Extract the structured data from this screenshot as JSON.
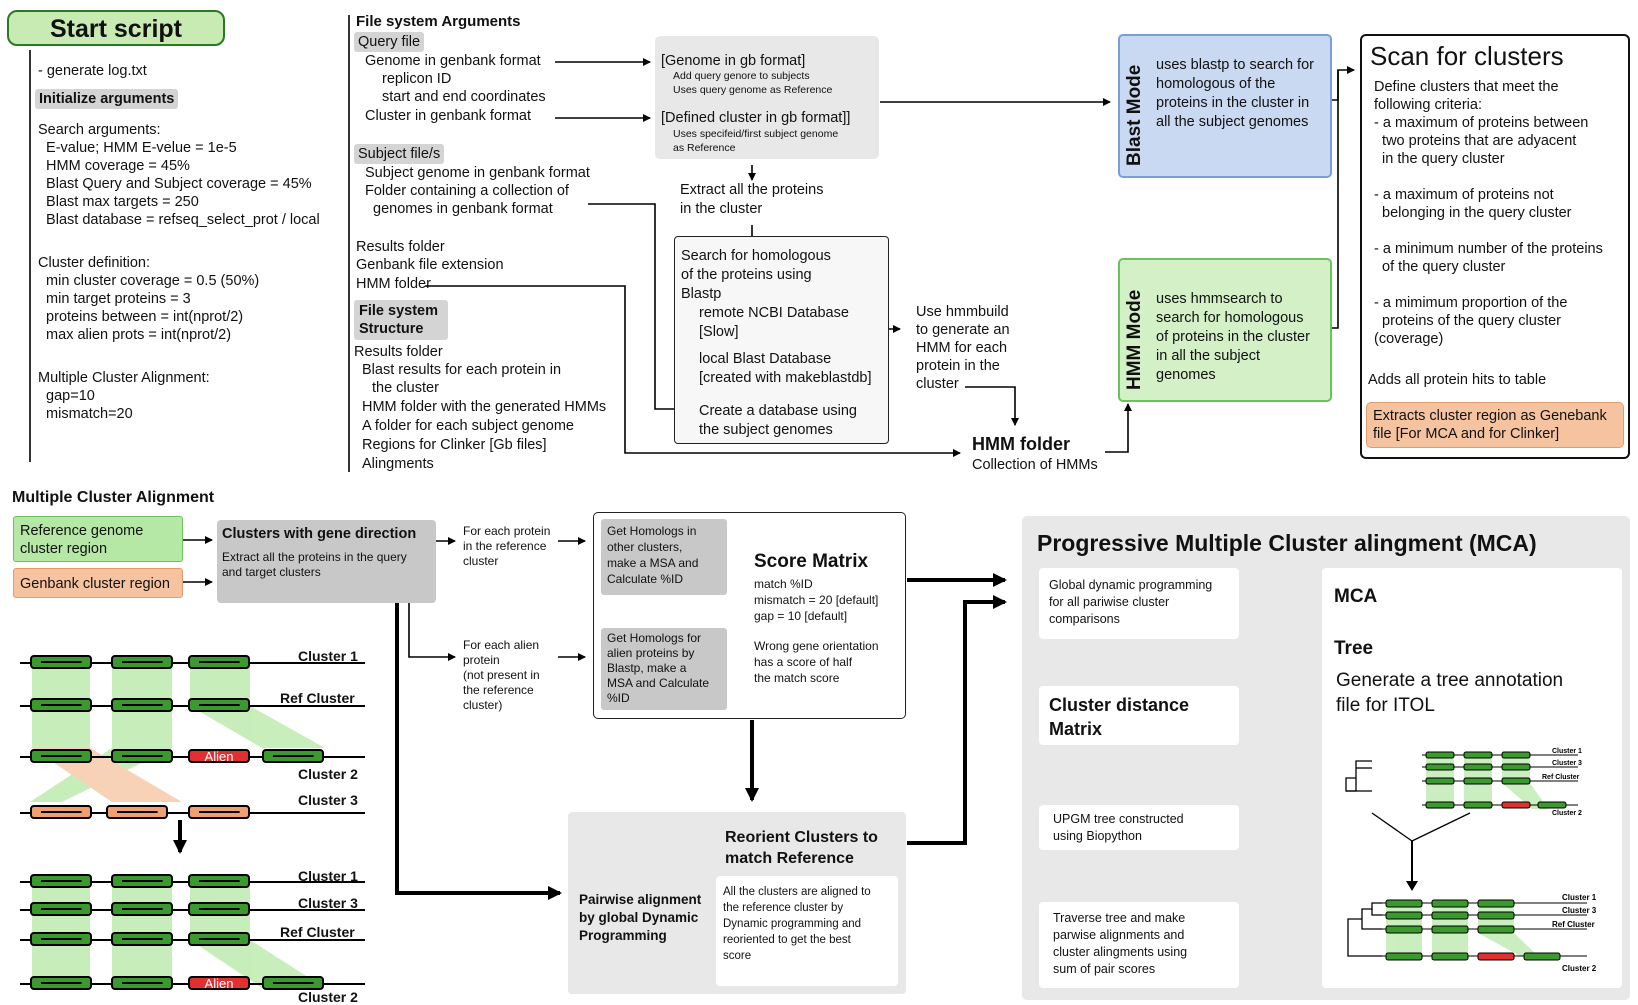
{
  "start": {
    "title": "Start script",
    "log": "- generate log.txt",
    "init_label": "Initialize arguments",
    "search_lines": [
      "Search arguments:",
      "  E-value; HMM E-velue = 1e-5",
      "  HMM coverage = 45%",
      "  Blast Query and Subject coverage = 45%",
      "  Blast max targets = 250",
      "  Blast database = refseq_select_prot / local"
    ],
    "cluster_lines": [
      "Cluster definition:",
      "  min cluster coverage = 0.5 (50%)",
      "  min target proteins = 3",
      "  proteins between = int(nprot/2)",
      "  max alien prots = int(nprot/2)"
    ],
    "mca_lines": [
      "Multiple Cluster Alignment:",
      "  gap=10",
      "  mismatch=20"
    ]
  },
  "fs": {
    "title": "File system Arguments",
    "query_tag": "Query file",
    "query_lines": [
      "Genome in genbank format",
      "replicon ID",
      "start and end coordinates",
      "Cluster in genbank format"
    ],
    "subject_tag": "Subject file/s",
    "subject_lines": [
      "Subject genome in genbank format",
      "Folder containing a collection of",
      "genomes in genbank format"
    ],
    "other_lines": [
      "Results folder",
      "Genbank file extension",
      "HMM folder"
    ],
    "struct_tag_1": "File system",
    "struct_tag_2": "Structure",
    "struct_lines": [
      "Results folder",
      "Blast results for each protein in",
      "the cluster",
      "HMM folder with the generated HMMs",
      "A folder for each subject genome",
      "Regions for Clinker [Gb files]",
      "Alingments"
    ]
  },
  "gb": {
    "t1": "[Genome in gb format]",
    "s1": [
      "Add query genore to subjects",
      "Uses query genome as Reference"
    ],
    "t2": "[Defined cluster in gb format]]",
    "s2": [
      "Uses specifeid/first subject genome",
      "as Reference"
    ]
  },
  "extract": [
    "Extract all the proteins",
    "in the cluster"
  ],
  "search": {
    "lines": [
      "Search for homologous",
      "of the proteins using",
      "Blastp"
    ],
    "remote": [
      "remote NCBI Database",
      "[Slow]"
    ],
    "local": [
      "local Blast Database",
      "[created with makeblastdb]"
    ],
    "create": [
      "Create a database using",
      "the subject genomes"
    ]
  },
  "hmmbuild": [
    "Use hmmbuild",
    "to generate an",
    "HMM for each",
    "protein in the",
    "cluster"
  ],
  "hmm_folder": {
    "title": "HMM folder",
    "sub": "Collection of HMMs"
  },
  "blast_mode": {
    "label": "Blast Mode",
    "text": [
      "uses blastp to search for",
      "homologous of the",
      "proteins in the cluster in",
      "all the subject genomes"
    ]
  },
  "hmm_mode": {
    "label": "HMM Mode",
    "text": [
      "uses hmmsearch to",
      "search for homologous",
      "of proteins in the cluster",
      "in all the subject",
      "genomes"
    ]
  },
  "scan": {
    "title": "Scan for clusters",
    "lines": [
      "Define clusters that meet the",
      "following criteria:",
      "- a maximum of proteins between",
      "  two proteins that are adyacent",
      "  in the query cluster",
      "",
      "- a maximum of proteins not",
      "  belonging in the query cluster",
      "",
      "- a minimum number of the proteins",
      "  of the query cluster",
      "",
      "- a mimimum proportion of the",
      "  proteins of the query cluster",
      "(coverage)"
    ],
    "adds": "Adds all protein hits to table",
    "extract": [
      "Extracts cluster region as Genebank",
      "file [For MCA and for Clinker]"
    ]
  },
  "mca": {
    "title": "Multiple Cluster Alignment",
    "ref": [
      "Reference genome",
      "cluster region"
    ],
    "gbk": "Genbank cluster region",
    "dir_title": "Clusters with gene direction",
    "dir_text": [
      "Extract all the proteins in the query",
      "and  target clusters"
    ],
    "each_prot": [
      "For each protein",
      "in the reference",
      "cluster"
    ],
    "each_alien": [
      "For each alien",
      "protein",
      "(not present in",
      "the reference",
      "cluster)"
    ],
    "homo1": [
      "Get Homologs in",
      "other clusters,",
      "make a MSA and",
      "Calculate %ID"
    ],
    "homo2": [
      "Get Homologs for",
      "alien proteins by",
      "Blastp, make a",
      "MSA and Calculate",
      "%ID"
    ],
    "score_title": "Score Matrix",
    "score_lines": [
      "match %ID",
      "mismatch = 20 [default]",
      "gap = 10 [default]"
    ],
    "score_note": [
      "Wrong gene orientation",
      "has a score of  half",
      "the match score"
    ],
    "reorient_title": [
      "Reorient Clusters to",
      "match Reference"
    ],
    "pairwise": [
      "Pairwise alignment",
      "by global Dynamic",
      "Programming"
    ],
    "reorient_text": [
      "All the clusters are aligned to",
      "the reference cluster by",
      "Dynamic programming and",
      "reoriented to get the best",
      "score"
    ],
    "clusters_top": [
      "Cluster 1",
      "Ref Cluster",
      "Cluster 2",
      "Cluster 3"
    ],
    "clusters_bottom": [
      "Cluster 1",
      "Cluster 3",
      "Ref Cluster",
      "Cluster 2"
    ],
    "alien": "Alien"
  },
  "prog": {
    "title": "Progressive Multiple Cluster alingment (MCA)",
    "global": [
      "Global dynamic programming",
      "for all pariwise cluster",
      "comparisons"
    ],
    "dist": [
      "Cluster distance",
      "Matrix"
    ],
    "upgm": [
      "UPGM tree constructed",
      "using Biopython"
    ],
    "trav": [
      "Traverse tree and make",
      "parwise alignments and",
      "cluster alingments using",
      "sum of pair scores"
    ],
    "out_mca": "MCA",
    "out_tree": "Tree",
    "itol": [
      "Generate a tree annotation",
      "file for ITOL"
    ],
    "mini_top": [
      "Cluster 1",
      "Cluster 3",
      "Ref Cluster",
      "Cluster 2"
    ],
    "mini_bottom": [
      "Cluster 1",
      "Cluster 3",
      "Ref Cluster",
      "Cluster 2"
    ]
  }
}
